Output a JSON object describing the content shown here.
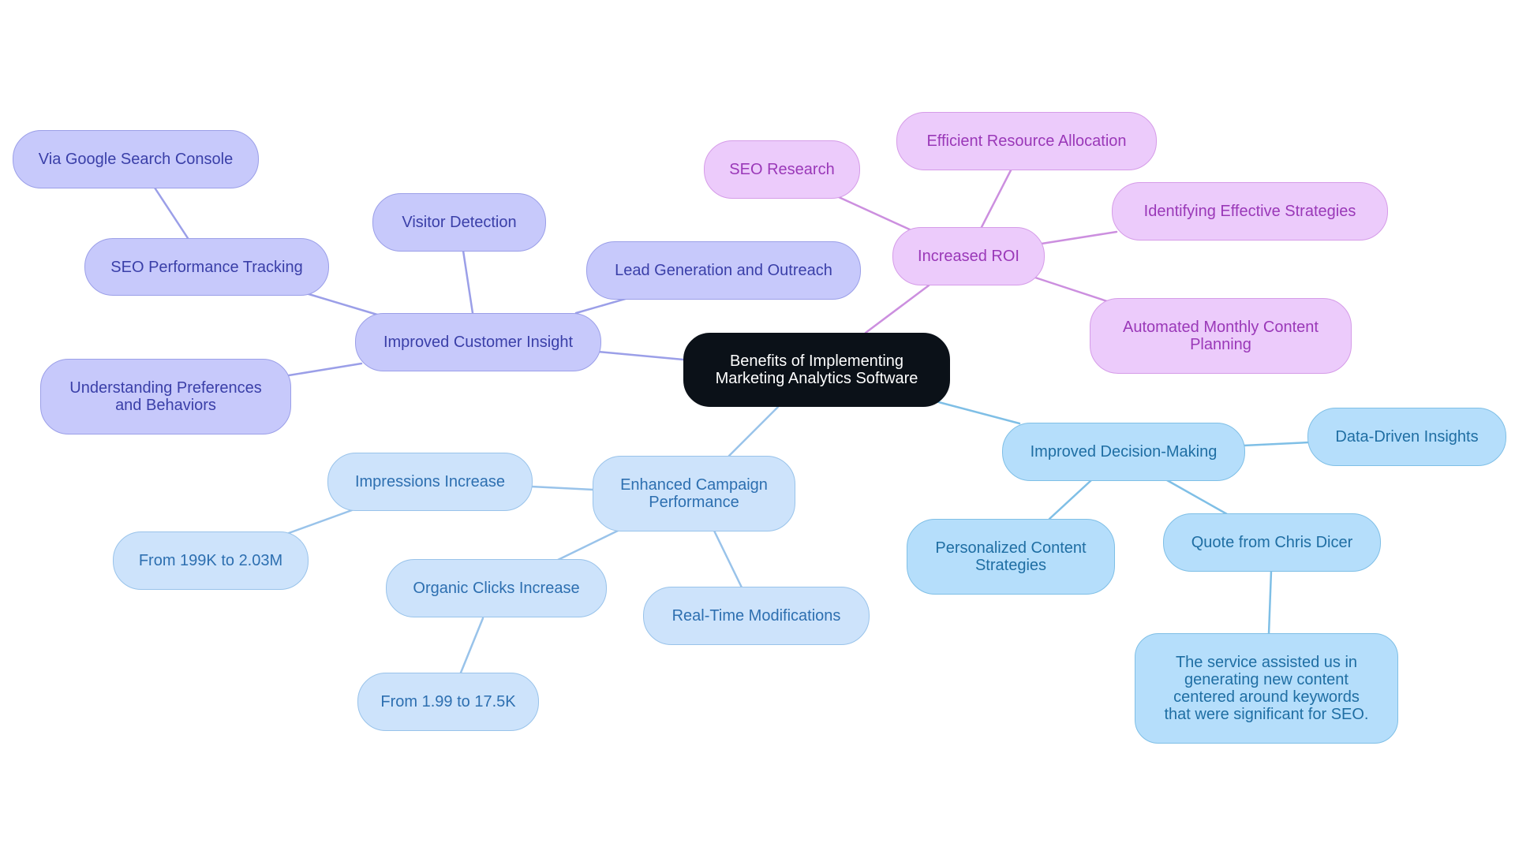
{
  "colors": {
    "root": "#0b1118",
    "insight": "#9b9fe8",
    "roi": "#cc8fdf",
    "decision": "#7fbfe6",
    "campaign": "#99c3ea"
  },
  "root": {
    "label": "Benefits of Implementing Marketing Analytics Software"
  },
  "branches": {
    "insight": {
      "label": "Improved Customer Insight",
      "children": {
        "seo_tracking": "SEO Performance Tracking",
        "search_console": "Via Google Search Console",
        "visitor_detection": "Visitor Detection",
        "lead_generation": "Lead Generation and Outreach",
        "preferences": "Understanding Preferences and Behaviors"
      }
    },
    "roi": {
      "label": "Increased ROI",
      "children": {
        "seo_research": "SEO Research",
        "resource_allocation": "Efficient Resource Allocation",
        "effective_strategies": "Identifying Effective Strategies",
        "content_planning": "Automated Monthly Content Planning"
      }
    },
    "decision": {
      "label": "Improved Decision-Making",
      "children": {
        "data_insights": "Data-Driven Insights",
        "personalized": "Personalized Content Strategies",
        "quote_title": "Quote from Chris Dicer",
        "quote_text": "The service assisted us in generating new content centered around keywords that were significant for SEO."
      }
    },
    "campaign": {
      "label": "Enhanced Campaign Performance",
      "children": {
        "impressions": "Impressions Increase",
        "impressions_value": "From 199K to 2.03M",
        "clicks": "Organic Clicks Increase",
        "clicks_value": "From 1.99 to 17.5K",
        "realtime": "Real-Time Modifications"
      }
    }
  }
}
